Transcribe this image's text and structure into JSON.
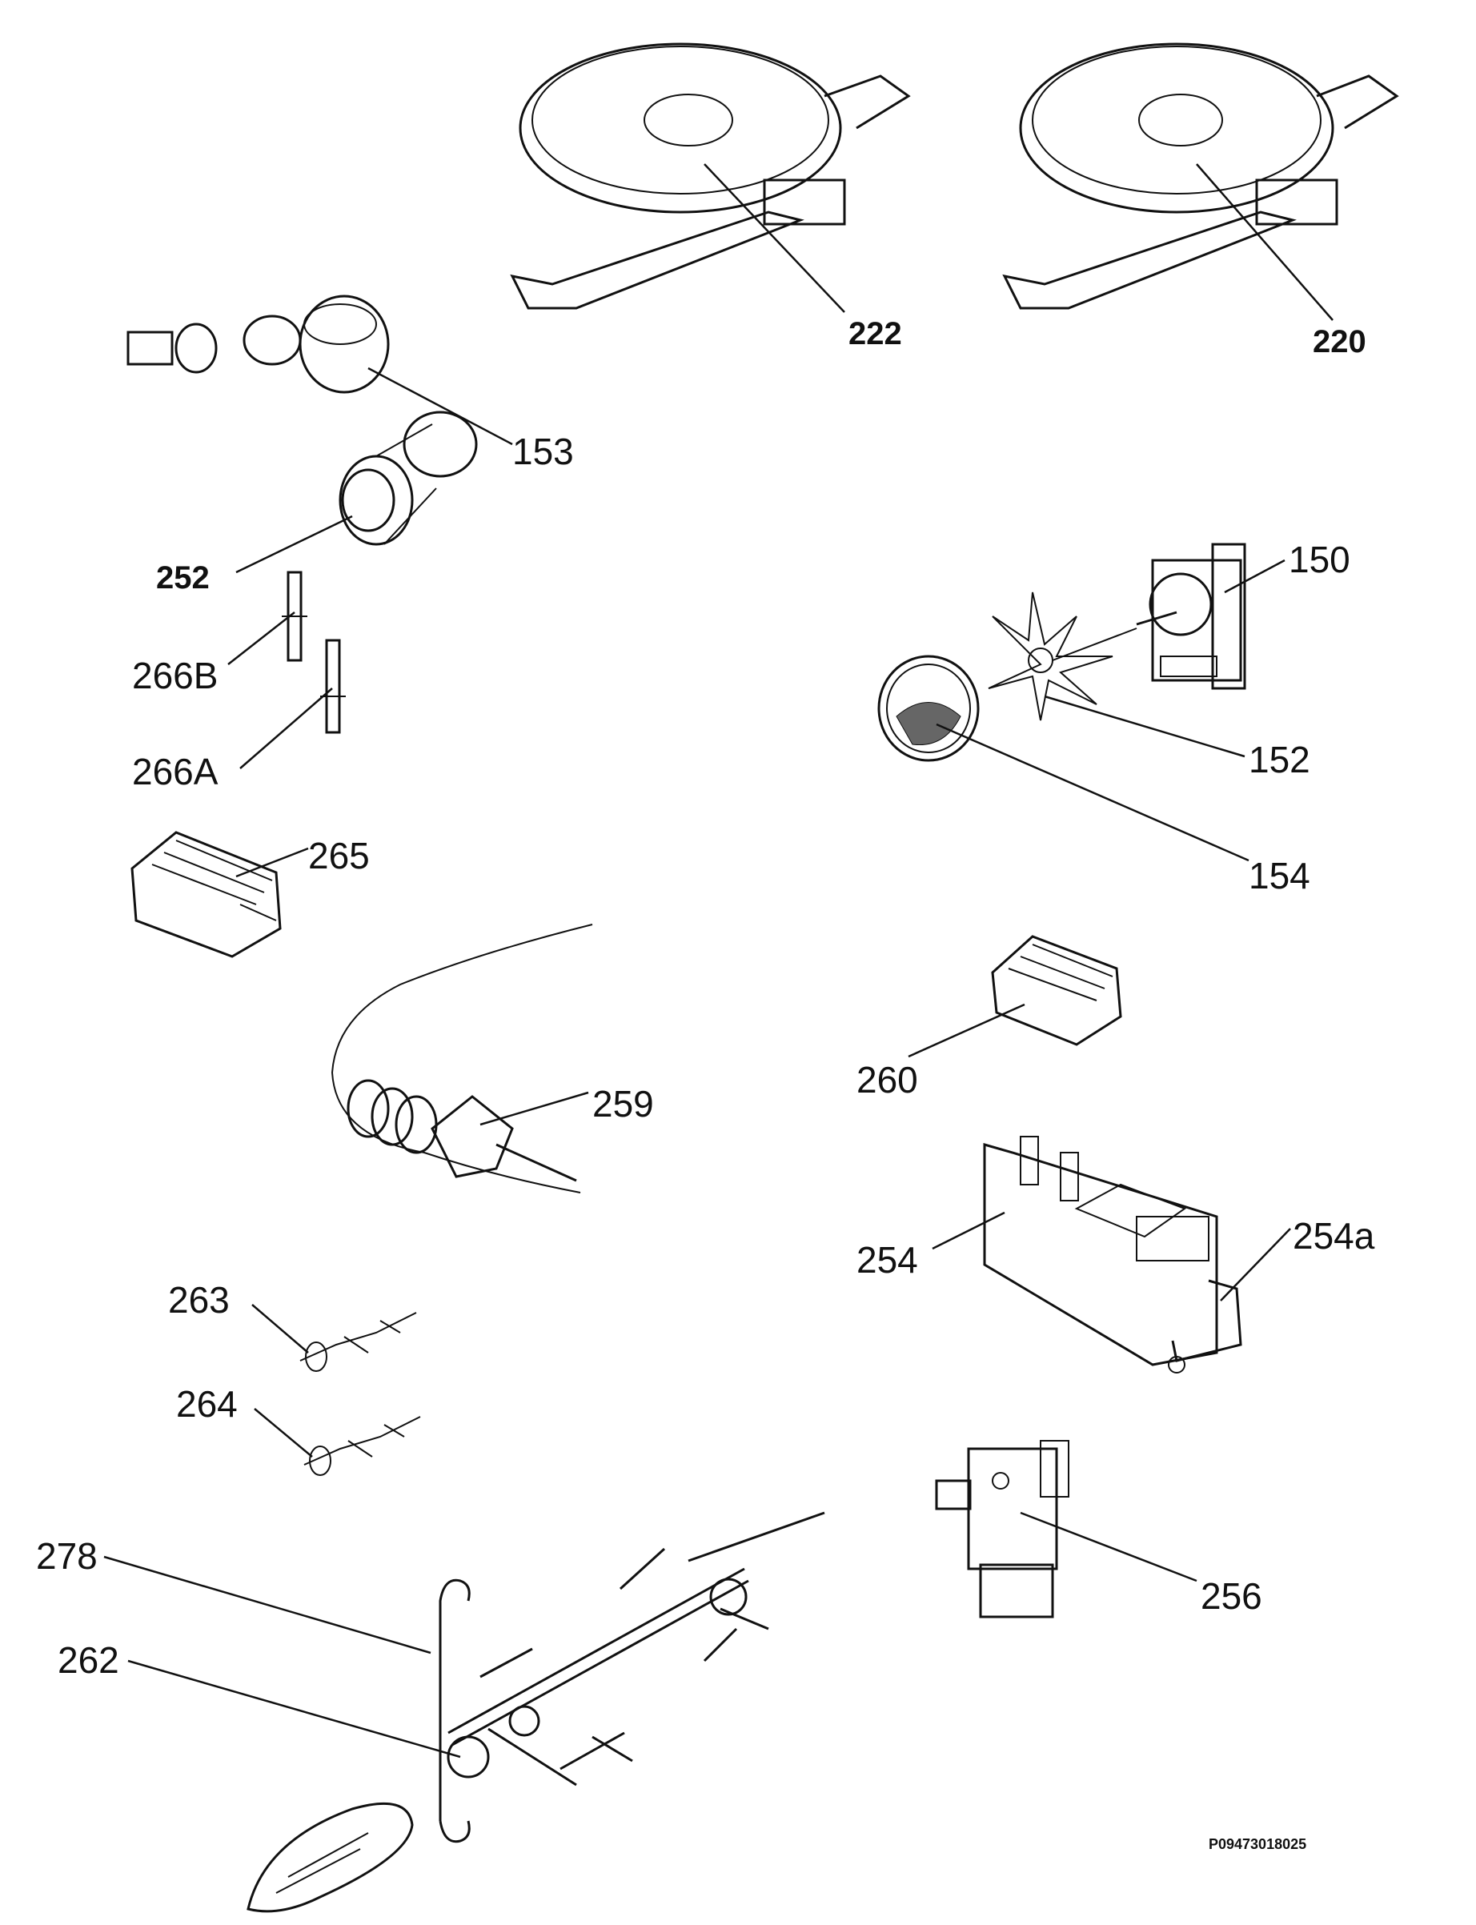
{
  "labels": {
    "hotplate_222": "222",
    "hotplate_220": "220",
    "bulb_153": "153",
    "lamp_252": "252",
    "pin_266b": "266B",
    "pin_266a": "266A",
    "switch_265": "265",
    "motor_150": "150",
    "fan_152": "152",
    "cover_154": "154",
    "switch_260": "260",
    "thermostat_259": "259",
    "ignition_254": "254",
    "bracket_254a": "254a",
    "terminal_263": "263",
    "terminal_264": "264",
    "switch_256": "256",
    "rod_278": "278",
    "shaft_262": "262"
  },
  "drawing_code": "P09473018025"
}
